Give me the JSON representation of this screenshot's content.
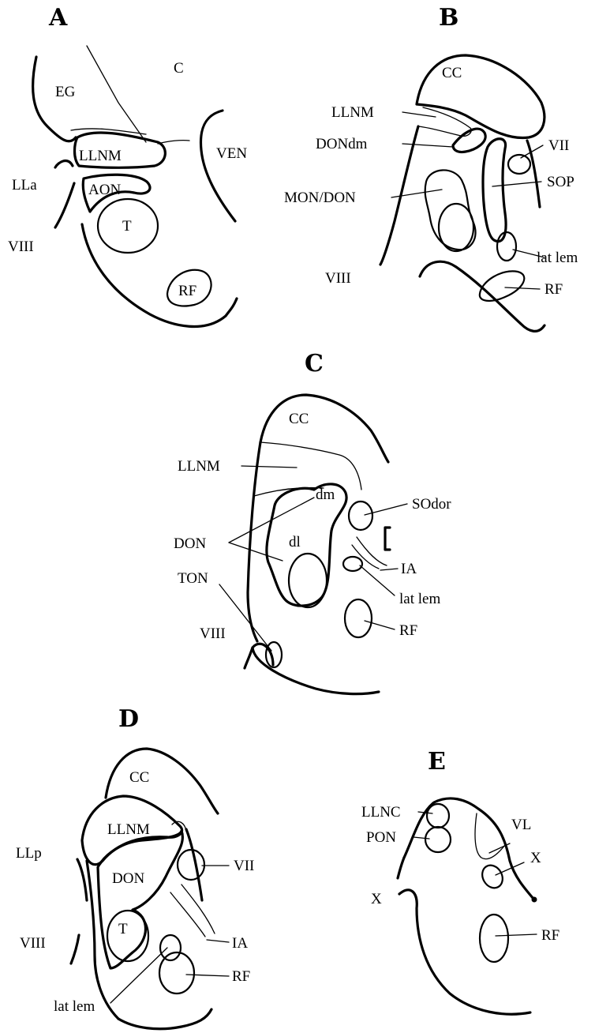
{
  "panels": {
    "A": {
      "letter": "A",
      "labels": {
        "EG": "EG",
        "C": "C",
        "LLNM": "LLNM",
        "VEN": "VEN",
        "LLa": "LLa",
        "AON": "AON",
        "T": "T",
        "VIII": "VIII",
        "RF": "RF"
      }
    },
    "B": {
      "letter": "B",
      "labels": {
        "CC": "CC",
        "LLNM": "LLNM",
        "DONdm": "DONdm",
        "VII": "VII",
        "MON_DON": "MON/DON",
        "SOP": "SOP",
        "lat_lem": "lat lem",
        "VIII": "VIII",
        "RF": "RF"
      }
    },
    "C": {
      "letter": "C",
      "labels": {
        "CC": "CC",
        "LLNM": "LLNM",
        "dm": "dm",
        "SOdor": "SOdor",
        "DON": "DON",
        "dl": "dl",
        "TON": "TON",
        "IA": "IA",
        "lat_lem": "lat lem",
        "VIII": "VIII",
        "RF": "RF"
      }
    },
    "D": {
      "letter": "D",
      "labels": {
        "CC": "CC",
        "LLNM": "LLNM",
        "LLp": "LLp",
        "DON": "DON",
        "VII": "VII",
        "T": "T",
        "VIII": "VIII",
        "IA": "IA",
        "RF": "RF",
        "lat_lem": "lat lem"
      }
    },
    "E": {
      "letter": "E",
      "labels": {
        "LLNC": "LLNC",
        "PON": "PON",
        "VL": "VL",
        "X_right": "X",
        "X_left": "X",
        "RF": "RF"
      }
    }
  }
}
